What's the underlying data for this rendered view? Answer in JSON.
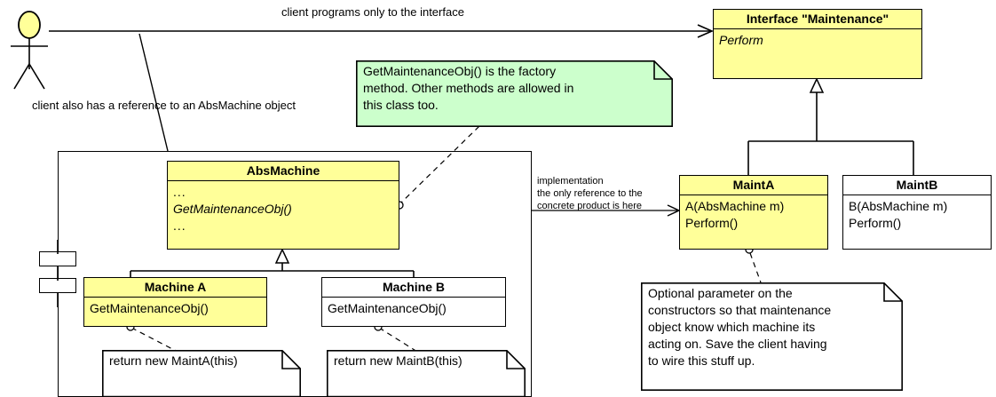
{
  "diagram": {
    "title": "Factory Method pattern UML diagram",
    "colors": {
      "class_fill": "#ffff99",
      "note_fill": "#ccffcc",
      "plain_fill": "#ffffff",
      "stroke": "#000000"
    }
  },
  "actor": {
    "name": "client-actor",
    "head_color": "#ffff99"
  },
  "labels": {
    "client_interface": "client programs only to the interface",
    "client_reference": "client also has a reference to an AbsMachine object",
    "implementation": "implementation\nthe only reference to the\nconcrete product is here"
  },
  "notes": [
    {
      "id": "factory-method-note",
      "color": "green",
      "text": "GetMaintenanceObj() is the factory\nmethod.  Other methods are allowed in\nthis class too."
    },
    {
      "id": "return-maint-a-note",
      "color": "white",
      "text": "return new MaintA(this)"
    },
    {
      "id": "return-maint-b-note",
      "color": "white",
      "text": "return new MaintB(this)"
    },
    {
      "id": "optional-parameter-note",
      "color": "white",
      "text": "Optional parameter on the\nconstructors so that maintenance\nobject know which machine its\nacting on.  Save the client having\nto wire this stuff up."
    }
  ],
  "classes": {
    "interface_maintenance": {
      "title": "Interface \"Maintenance\"",
      "members": [
        "Perform"
      ],
      "filled": true,
      "italic_members": true
    },
    "abs_machine": {
      "title": "AbsMachine",
      "members": [
        "...",
        "GetMaintenanceObj()",
        "..."
      ],
      "filled": true,
      "italic_members": true
    },
    "machine_a": {
      "title": "Machine A",
      "members": [
        "GetMaintenanceObj()"
      ],
      "filled": true,
      "italic_members": false
    },
    "machine_b": {
      "title": "Machine B",
      "members": [
        "GetMaintenanceObj()"
      ],
      "filled": false,
      "italic_members": false
    },
    "maint_a": {
      "title": "MaintA",
      "members": [
        "A(AbsMachine m)",
        "Perform()"
      ],
      "filled": true,
      "italic_members": false
    },
    "maint_b": {
      "title": "MaintB",
      "members": [
        "B(AbsMachine m)",
        "Perform()"
      ],
      "filled": false,
      "italic_members": false
    }
  }
}
